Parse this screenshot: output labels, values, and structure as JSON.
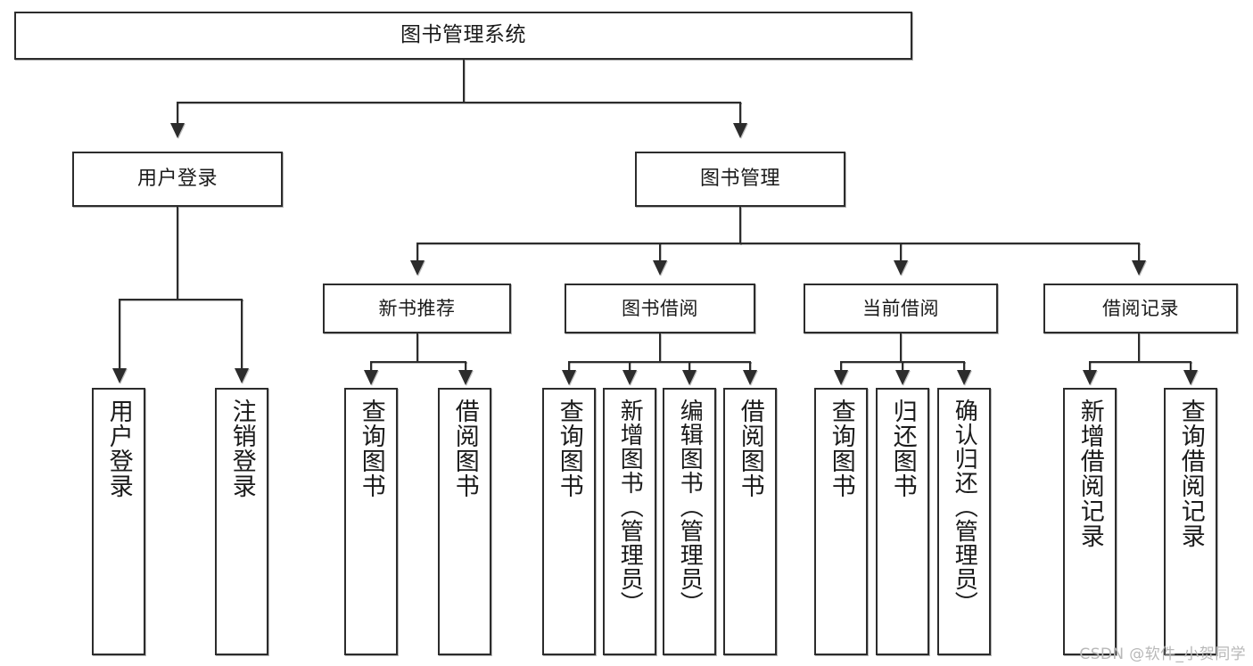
{
  "diagram": {
    "title": "图书管理系统",
    "type": "tree",
    "root": {
      "label": "图书管理系统"
    },
    "level2": [
      {
        "label": "用户登录"
      },
      {
        "label": "图书管理"
      }
    ],
    "level3": [
      {
        "label": "新书推荐"
      },
      {
        "label": "图书借阅"
      },
      {
        "label": "当前借阅"
      },
      {
        "label": "借阅记录"
      }
    ],
    "leaves": {
      "user_login": [
        {
          "label": "用户登录"
        },
        {
          "label": "注销登录"
        }
      ],
      "new_book_recommend": [
        {
          "label": "查询图书"
        },
        {
          "label": "借阅图书"
        }
      ],
      "book_borrow": [
        {
          "label": "查询图书"
        },
        {
          "label": "新增图书（管理员）"
        },
        {
          "label": "编辑图书（管理员）"
        },
        {
          "label": "借阅图书"
        }
      ],
      "current_borrow": [
        {
          "label": "查询图书"
        },
        {
          "label": "归还图书"
        },
        {
          "label": "确认归还（管理员）"
        }
      ],
      "borrow_record": [
        {
          "label": "新增借阅记录"
        },
        {
          "label": "查询借阅记录"
        }
      ]
    }
  },
  "watermark": {
    "text": "CSDN @软件_小贺同学"
  },
  "colors": {
    "border": "#2c2c2c",
    "background": "#ffffff",
    "text": "#1a1a1a",
    "watermark": "#b8b8b8"
  }
}
